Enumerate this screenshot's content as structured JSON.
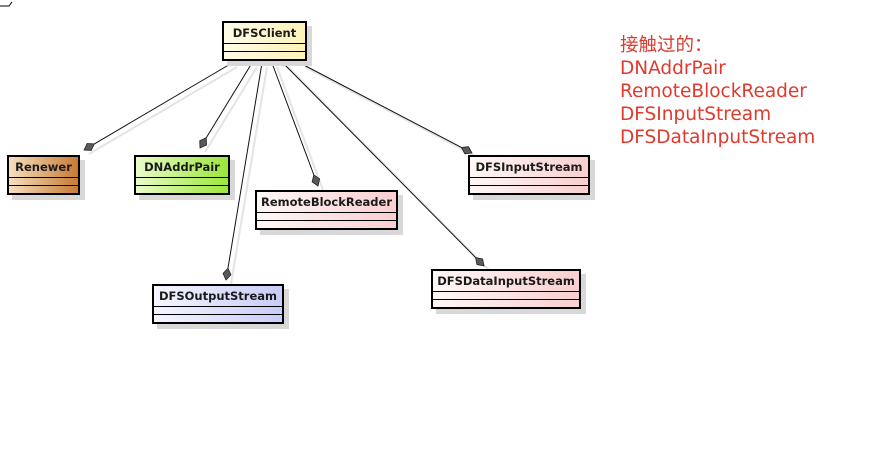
{
  "diagram": {
    "type": "uml-class-diagram",
    "relation": "aggregation",
    "root": "DFSClient",
    "classes": [
      {
        "id": "dfsclient",
        "name": "DFSClient",
        "fill": [
          "#fffbe6",
          "#fcf2b8"
        ]
      },
      {
        "id": "renewer",
        "name": "Renewer",
        "fill": [
          "#f6dfc0",
          "#c77a34"
        ]
      },
      {
        "id": "dnaddrpair",
        "name": "DNAddrPair",
        "fill": [
          "#e9fbc8",
          "#9be63c"
        ]
      },
      {
        "id": "remoteblockreader",
        "name": "RemoteBlockReader",
        "fill": [
          "#fff7f7",
          "#f8cfcf"
        ]
      },
      {
        "id": "dfsinputstream",
        "name": "DFSInputStream",
        "fill": [
          "#fff7f7",
          "#f8cfcf"
        ]
      },
      {
        "id": "dfsoutputstream",
        "name": "DFSOutputStream",
        "fill": [
          "#f6f6ff",
          "#c7ccf8"
        ]
      },
      {
        "id": "dfsdatainputstream",
        "name": "DFSDataInputStream",
        "fill": [
          "#fff7f7",
          "#f8cfcf"
        ]
      }
    ],
    "edges": [
      {
        "from": "dfsclient",
        "to": "renewer"
      },
      {
        "from": "dfsclient",
        "to": "dnaddrpair"
      },
      {
        "from": "dfsclient",
        "to": "dfsoutputstream"
      },
      {
        "from": "dfsclient",
        "to": "remoteblockreader"
      },
      {
        "from": "dfsclient",
        "to": "dfsdatainputstream"
      },
      {
        "from": "dfsclient",
        "to": "dfsinputstream"
      }
    ]
  },
  "notes": {
    "heading": "接触过的：",
    "items": [
      "DNAddrPair",
      "RemoteBlockReader",
      "DFSInputStream",
      "DFSDataInputStream"
    ],
    "color": "#e03a2e"
  }
}
